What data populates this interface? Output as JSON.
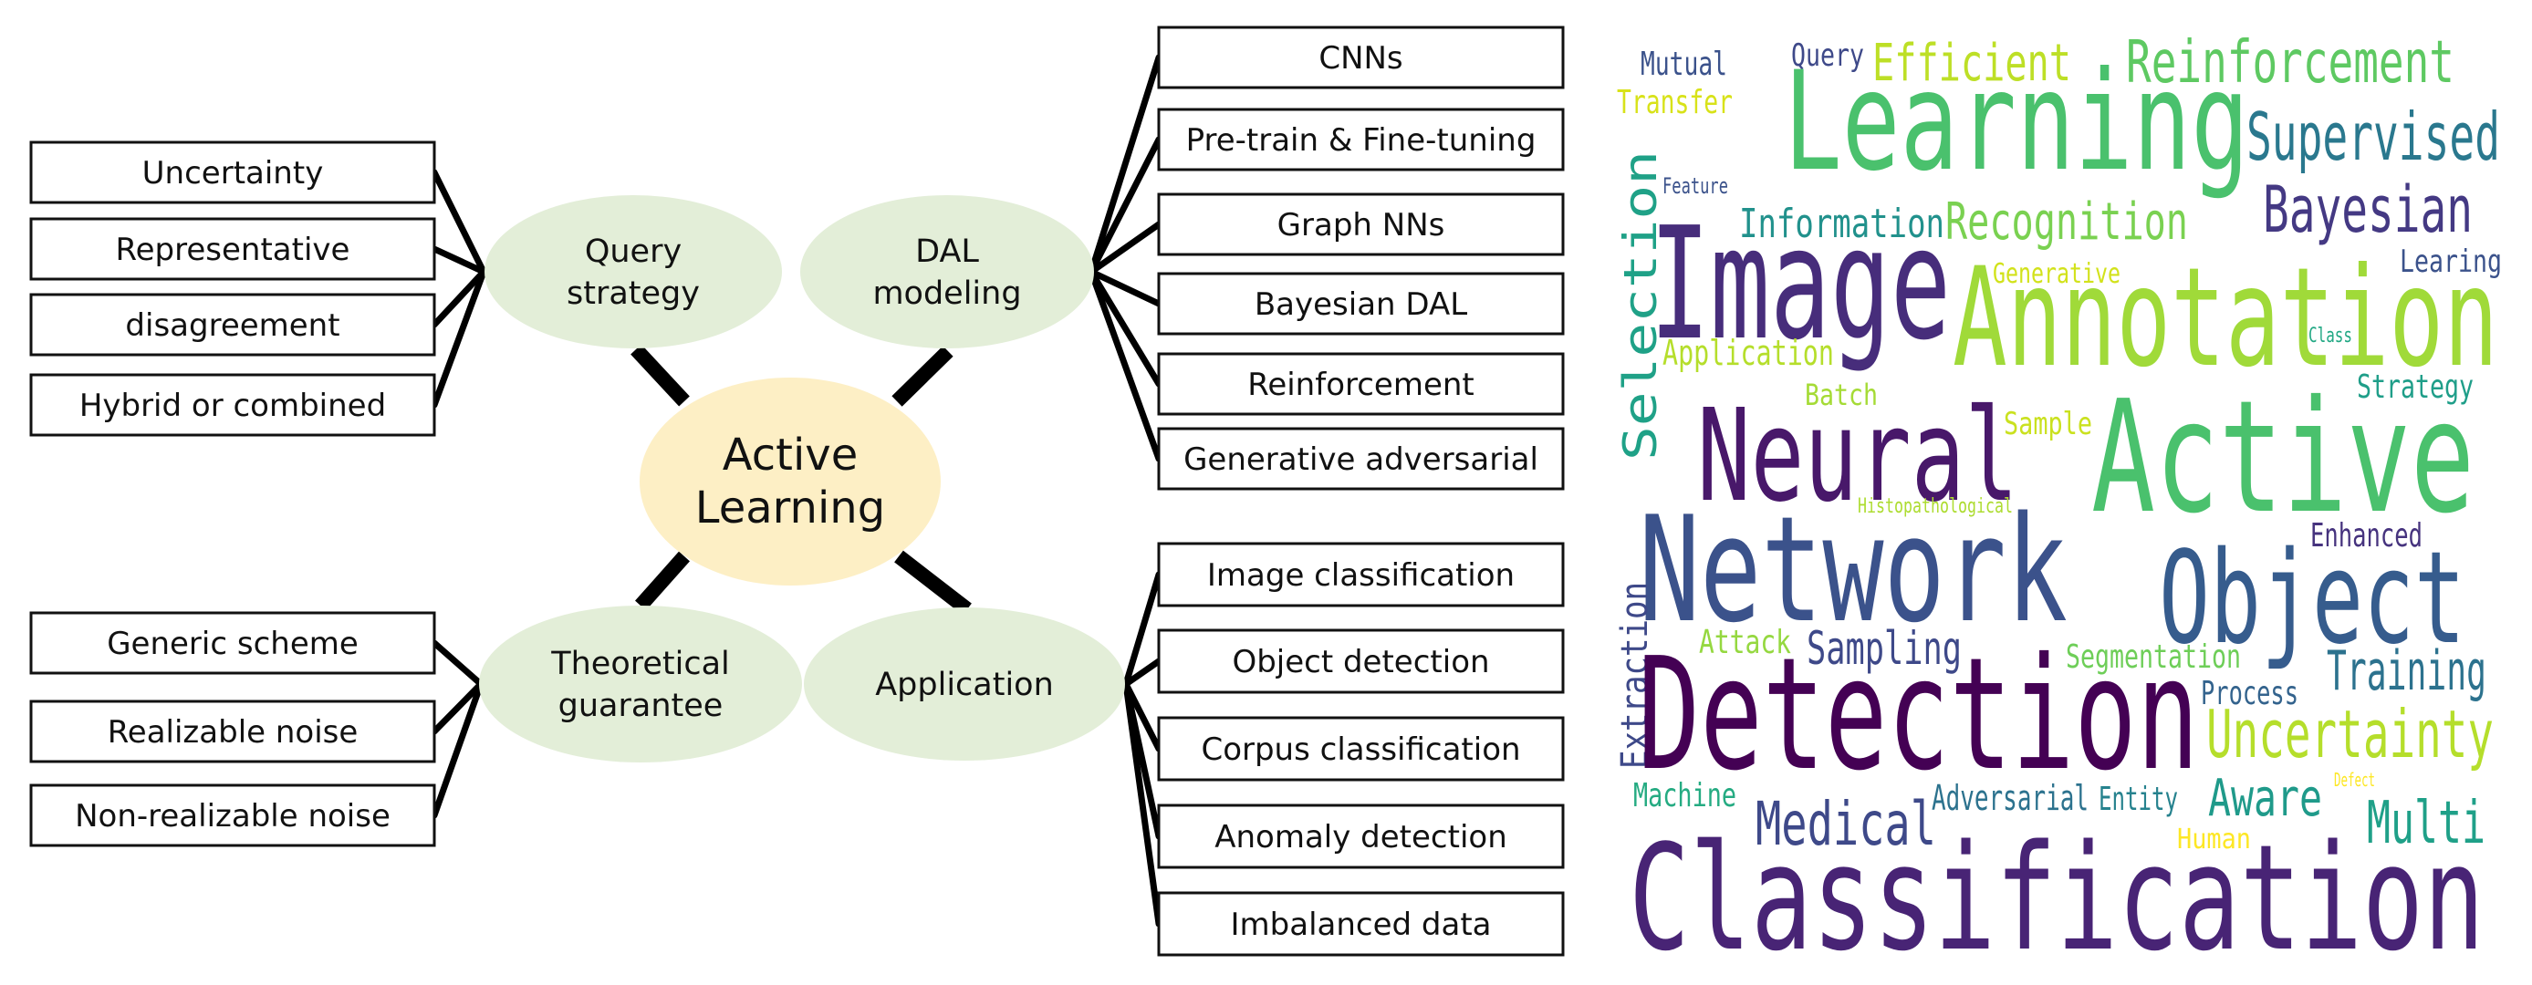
{
  "colors": {
    "center_fill": "#fdefc5",
    "node_fill": "#e3eed8",
    "line": "#000000",
    "box_stroke": "#111111"
  },
  "center": {
    "lines": [
      "Active",
      "Learning"
    ]
  },
  "categories": {
    "query": {
      "lines": [
        "Query",
        "strategy"
      ],
      "items": [
        "Uncertainty",
        "Representative",
        "disagreement",
        "Hybrid or combined"
      ]
    },
    "dal": {
      "lines": [
        "DAL",
        "modeling"
      ],
      "items": [
        "CNNs",
        "Pre-train & Fine-tuning",
        "Graph NNs",
        "Bayesian DAL",
        "Reinforcement",
        "Generative adversarial"
      ]
    },
    "theory": {
      "lines": [
        "Theoretical",
        "guarantee"
      ],
      "items": [
        "Generic scheme",
        "Realizable noise",
        "Non-realizable noise"
      ]
    },
    "application": {
      "lines": [
        "Application"
      ],
      "items": [
        "Image classification",
        "Object detection",
        "Corpus classification",
        "Anomaly detection",
        "Imbalanced data"
      ]
    }
  },
  "word_cloud": [
    {
      "text": "Mutual",
      "color": "#3b528b"
    },
    {
      "text": "Query",
      "color": "#3e4989"
    },
    {
      "text": "Efficient",
      "color": "#bddf26"
    },
    {
      "text": "Reinforcement",
      "color": "#5ec962"
    },
    {
      "text": "Transfer",
      "color": "#d8e219"
    },
    {
      "text": "Learning",
      "color": "#4ac16d"
    },
    {
      "text": "Supervised",
      "color": "#2a788e"
    },
    {
      "text": "Feature",
      "color": "#3b528b"
    },
    {
      "text": "Information",
      "color": "#21918c"
    },
    {
      "text": "Recognition",
      "color": "#7ad151"
    },
    {
      "text": "Bayesian",
      "color": "#443983"
    },
    {
      "text": "Image",
      "color": "#472d7b"
    },
    {
      "text": "Learing",
      "color": "#3b528b"
    },
    {
      "text": "Generative",
      "color": "#d2e21b"
    },
    {
      "text": "Annotation",
      "color": "#a0da39"
    },
    {
      "text": "Selection",
      "color": "#1fa187"
    },
    {
      "text": "Application",
      "color": "#b5de2b"
    },
    {
      "text": "Class",
      "color": "#22a884"
    },
    {
      "text": "Strategy",
      "color": "#1f9e89"
    },
    {
      "text": "Batch",
      "color": "#a5db36"
    },
    {
      "text": "Neural",
      "color": "#48186a"
    },
    {
      "text": "Sample",
      "color": "#cae11f"
    },
    {
      "text": "Active",
      "color": "#4ac16d"
    },
    {
      "text": "Histopathological",
      "color": "#addc30"
    },
    {
      "text": "Enhanced",
      "color": "#46337e"
    },
    {
      "text": "Network",
      "color": "#3b528b"
    },
    {
      "text": "Object",
      "color": "#365c8d"
    },
    {
      "text": "Extraction",
      "color": "#3e4989"
    },
    {
      "text": "Attack",
      "color": "#95d840"
    },
    {
      "text": "Sampling",
      "color": "#3e4989"
    },
    {
      "text": "Segmentation",
      "color": "#6ece58"
    },
    {
      "text": "Training",
      "color": "#2c728e"
    },
    {
      "text": "Process",
      "color": "#33638d"
    },
    {
      "text": "Detection",
      "color": "#440154"
    },
    {
      "text": "Uncertainty",
      "color": "#b5de2b"
    },
    {
      "text": "Machine",
      "color": "#25ab82"
    },
    {
      "text": "Medical",
      "color": "#3e4989"
    },
    {
      "text": "Adversarial",
      "color": "#2c728e"
    },
    {
      "text": "Entity",
      "color": "#26828e"
    },
    {
      "text": "Aware",
      "color": "#1f9a8a"
    },
    {
      "text": "Defect",
      "color": "#fde725"
    },
    {
      "text": "Multi",
      "color": "#1fa088"
    },
    {
      "text": "Human",
      "color": "#fde725"
    },
    {
      "text": "Classification",
      "color": "#482475"
    }
  ]
}
